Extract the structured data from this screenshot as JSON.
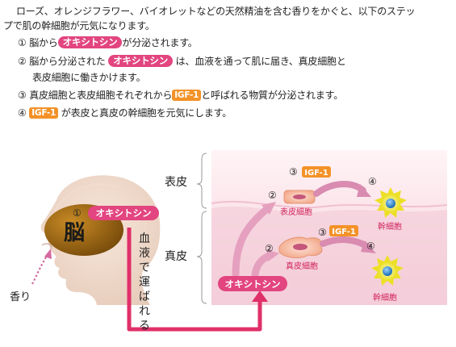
{
  "intro": {
    "line1": "ローズ、オレンジフラワー、バイオレットなどの天然精油を含む香りをかぐと、以下のステッ",
    "line2": "プで肌の幹細胞が元気になります。",
    "step1": {
      "num": "①",
      "a": "脳から",
      "pill": "オキシトシン",
      "b": "が分泌されます。"
    },
    "step2": {
      "num": "②",
      "a": "脳から分泌された",
      "pill": "オキシトシン",
      "b": "は、血液を通って肌に届き、真皮細胞と"
    },
    "step2b": "表皮細胞に働きかけます。",
    "step3": {
      "num": "③",
      "a": "真皮細胞と表皮細胞それぞれから",
      "igf": "IGF-1",
      "b": "と呼ばれる物質が分泌されます。"
    },
    "step4": {
      "num": "④",
      "igf": "IGF-1",
      "b": "が表皮と真皮の幹細胞を元気にします。"
    }
  },
  "diagram": {
    "brain_label": "脳",
    "smell_label": "香り",
    "oxytocin": "オキシトシン",
    "step_marks": [
      "①",
      "②",
      "③",
      "④"
    ],
    "blood_label": [
      "血",
      "液",
      "で",
      "運",
      "ば",
      "れ",
      "る"
    ],
    "epidermis_label": "表皮",
    "dermis_label": "真皮",
    "epidermal_cell_label": "表皮細胞",
    "dermal_cell_label": "真皮細胞",
    "stem_cell_label": "幹細胞",
    "igf_label": "IGF-1"
  },
  "colors": {
    "pink_accent": "#e2457f",
    "orange_igf": "#f39228",
    "brain_brown": "#8b5a0c",
    "skin_pink": "#fbe3ea",
    "stem_cell_yellow": "#f3ea34",
    "stem_cell_blue": "#2a8fd6"
  }
}
